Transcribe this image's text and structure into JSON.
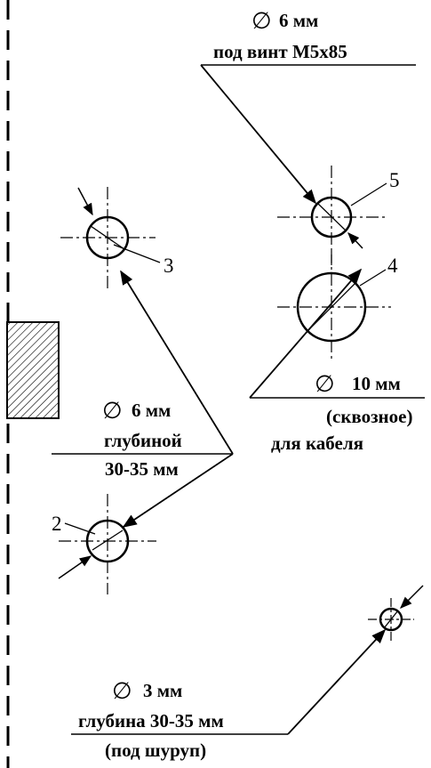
{
  "callouts": {
    "hole5": {
      "diameter_symbol": "∅",
      "size": "6 мм",
      "note": "под винт М5х85"
    },
    "hole4": {
      "diameter_symbol": "∅",
      "size": "10 мм",
      "line2": "(сквозное)",
      "line3": "для кабеля"
    },
    "holes23": {
      "diameter_symbol": "∅",
      "size": "6 мм",
      "line2": "глубиной",
      "line3": "30-35 мм"
    },
    "screw": {
      "diameter_symbol": "∅",
      "size": "3 мм",
      "line2": "глубина 30-35 мм",
      "line3": "(под шуруп)"
    }
  },
  "hole_numbers": {
    "h2": "2",
    "h3": "3",
    "h4": "4",
    "h5": "5"
  }
}
